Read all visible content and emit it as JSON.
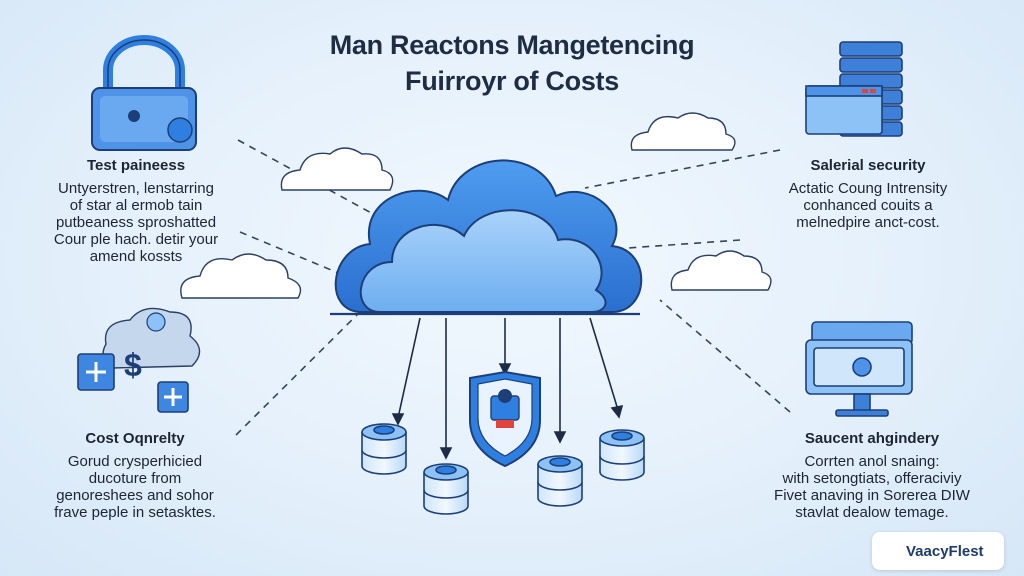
{
  "title": {
    "line1": "Man Reactons Mangetencing",
    "line2": "Fuirroyr of Costs"
  },
  "blocks": {
    "top_left": {
      "heading": "Test paineess",
      "lines": [
        "Untyerstren, lenstarring",
        "of star al ermob tain",
        "putbeaness sproshatted",
        "Cour ple hach. detir your",
        "amend kossts"
      ]
    },
    "top_right": {
      "heading": "Salerial security",
      "lines": [
        "Actatic Coung Intrensity",
        "conhanced couits a",
        "melnedpire anct-cost."
      ]
    },
    "bottom_left": {
      "heading": "Cost Oqnrelty",
      "lines": [
        "Gorud crysperhicied",
        "ducoture from",
        "genoreshees and sohor",
        "frave peple in setasktes."
      ]
    },
    "bottom_right": {
      "heading": "Saucent ahgindery",
      "lines": [
        "Corrten anol snaing:",
        "with setongtiats, offeraciviy",
        "Fivet anaving in Sorerea DIW",
        "stavlat dealow temage."
      ]
    }
  },
  "icons": {
    "top_left": "padlock-icon",
    "top_right": "server-stack-icon",
    "bottom_left": "cost-dollar-icon",
    "bottom_right": "monitor-device-icon",
    "center": "cloud-icon",
    "shield": "security-shield-icon",
    "nodes": "database-cylinder-icon"
  },
  "badge": {
    "text": "VaacyFlest"
  },
  "colors": {
    "primary_blue": "#2f7fe0",
    "light_blue": "#8cc2f5",
    "dark_outline": "#1d3f78",
    "background": "#e4f0fb"
  }
}
